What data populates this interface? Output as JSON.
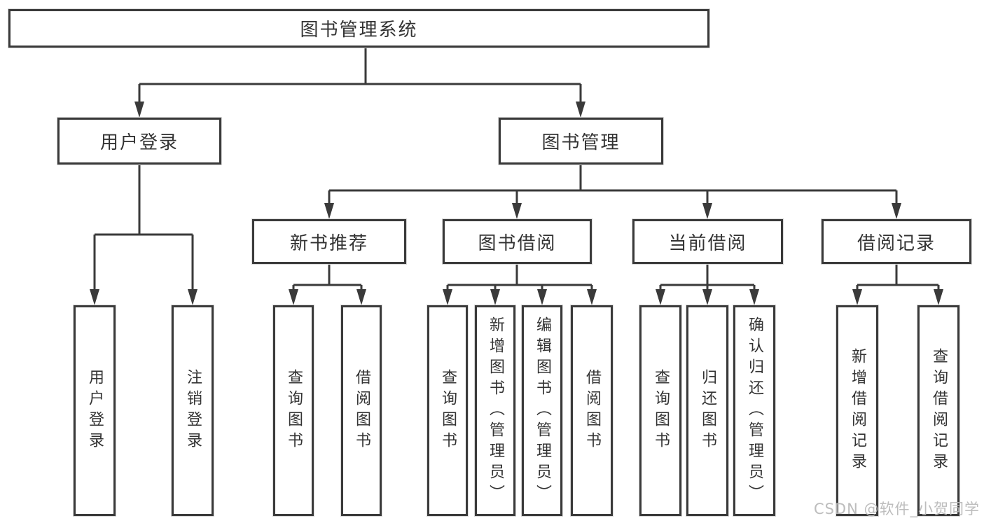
{
  "diagram": {
    "title": "图书管理系统",
    "branches": [
      {
        "label": "用户登录",
        "children": [
          {
            "label": "用户登录"
          },
          {
            "label": "注销登录"
          }
        ]
      },
      {
        "label": "图书管理",
        "children": [
          {
            "label": "新书推荐",
            "children": [
              {
                "label": "查询图书"
              },
              {
                "label": "借阅图书"
              }
            ]
          },
          {
            "label": "图书借阅",
            "children": [
              {
                "label": "查询图书"
              },
              {
                "label": "新增图书（管理员）"
              },
              {
                "label": "编辑图书（管理员）"
              },
              {
                "label": "借阅图书"
              }
            ]
          },
          {
            "label": "当前借阅",
            "children": [
              {
                "label": "查询图书"
              },
              {
                "label": "归还图书"
              },
              {
                "label": "确认归还（管理员）"
              }
            ]
          },
          {
            "label": "借阅记录",
            "children": [
              {
                "label": "新增借阅记录"
              },
              {
                "label": "查询借阅记录"
              }
            ]
          }
        ]
      }
    ]
  },
  "watermark": {
    "text": "CSDN @软件_小贺同学"
  },
  "colors": {
    "line": "#3a3a3a",
    "box_border": "#3a3a3a",
    "text": "#333333",
    "watermark": "#b9b9b9",
    "background": "#ffffff"
  }
}
